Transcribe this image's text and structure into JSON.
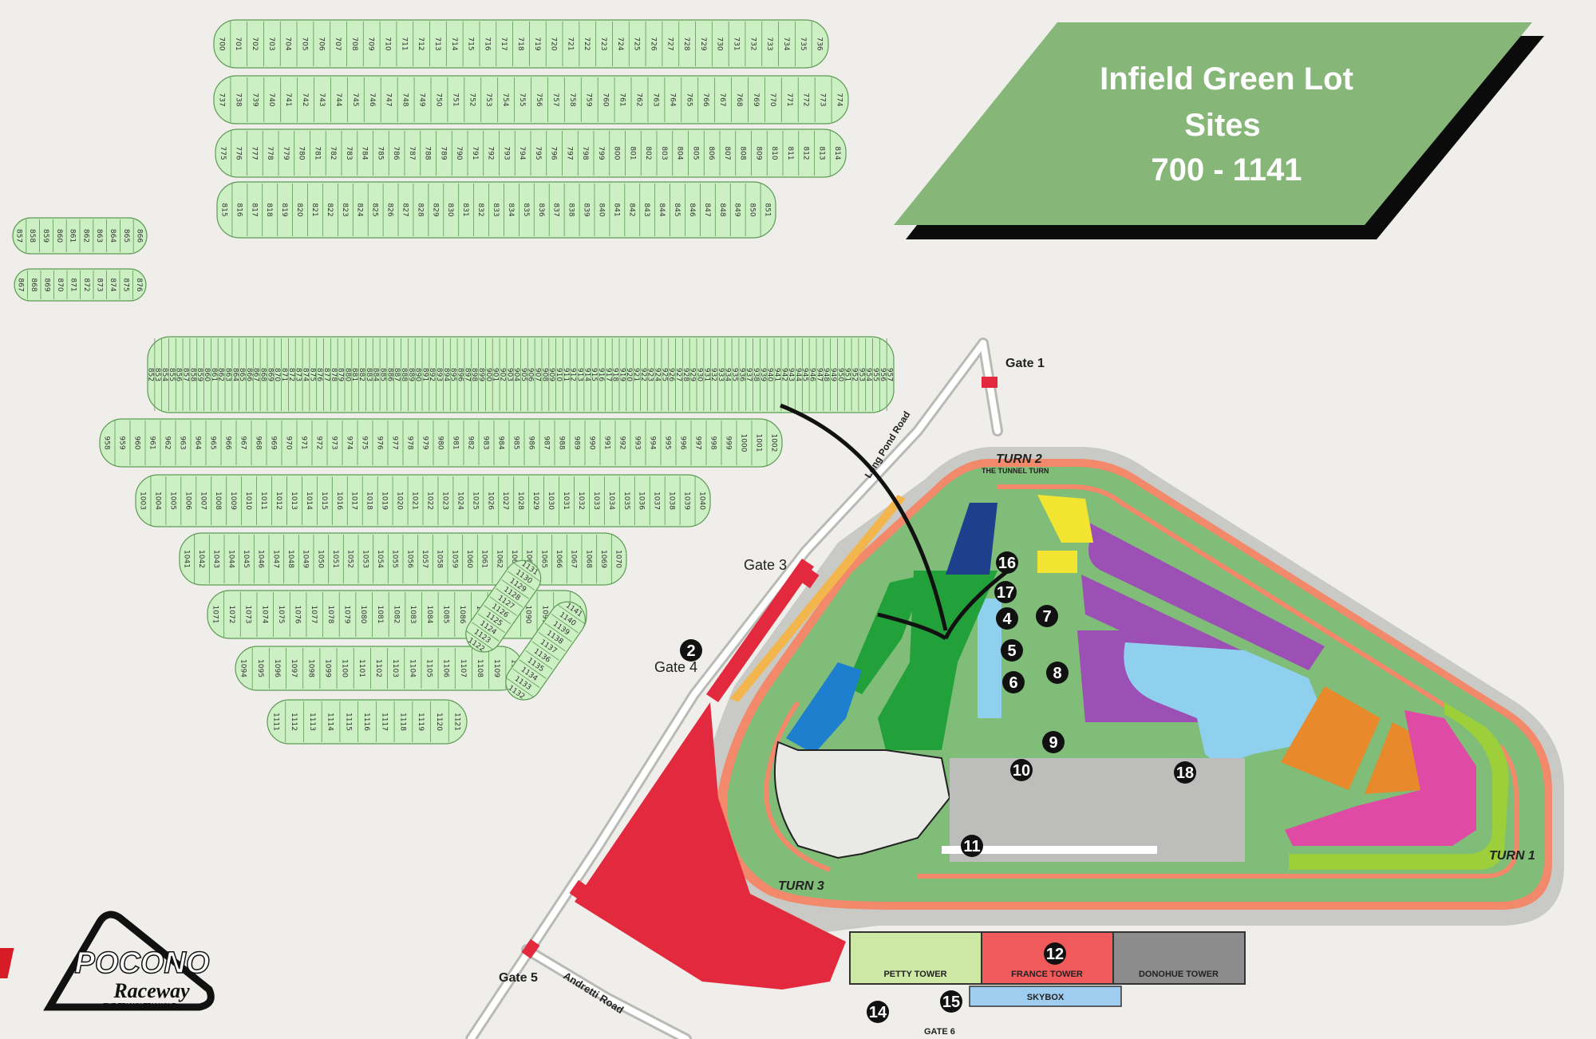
{
  "banner": {
    "line1": "Infield Green Lot",
    "line2": "Sites",
    "line3": "700 - 1141",
    "color": "#86b778"
  },
  "gates": {
    "gate1": "Gate 1",
    "gate3": "Gate 3",
    "gate4": "Gate 4",
    "gate5": "Gate 5",
    "gate6": "GATE 6"
  },
  "roads": {
    "long_pond": "Long Pond Road",
    "andretti": "Andretti Road"
  },
  "turns": {
    "turn1": "TURN 1",
    "turn2": "TURN 2",
    "turn2_sub": "THE TUNNEL TURN",
    "turn3": "TURN 3"
  },
  "towers": {
    "petty": "PETTY TOWER",
    "france": "FRANCE TOWER",
    "donohue": "DONOHUE TOWER",
    "skybox": "SKYBOX"
  },
  "markers": [
    "2",
    "4",
    "5",
    "6",
    "7",
    "8",
    "9",
    "10",
    "11",
    "12",
    "14",
    "15",
    "16",
    "17",
    "18"
  ],
  "logo": {
    "name": "POCONO",
    "sub": "Raceway",
    "tag": "THE TRICKY TRIANGLE"
  },
  "lot_rows": [
    {
      "start": 700,
      "end": 736
    },
    {
      "start": 737,
      "end": 774
    },
    {
      "start": 775,
      "end": 814
    },
    {
      "start": 815,
      "end": 851
    },
    {
      "start": 857,
      "end": 866
    },
    {
      "start": 867,
      "end": 876
    },
    {
      "start": 852,
      "end": 957
    },
    {
      "start": 958,
      "end": 1002
    },
    {
      "start": 1003,
      "end": 1040
    },
    {
      "start": 1041,
      "end": 1070
    },
    {
      "start": 1071,
      "end": 1093
    },
    {
      "start": 1094,
      "end": 1110
    },
    {
      "start": 1111,
      "end": 1121
    },
    {
      "start": 1122,
      "end": 1131
    },
    {
      "start": 1132,
      "end": 1141
    }
  ],
  "colors": {
    "lot_fill": "#ccf0c3",
    "lot_stroke": "#5d9a55",
    "infield": "#7fbd78",
    "track_edge": "#f2896a",
    "red_lot": "#e2293d",
    "purple": "#9c4fb5",
    "light_blue": "#8fd0ef",
    "orange": "#e8892b",
    "pink": "#df4aa4",
    "yellow": "#f2e532",
    "dark_green": "#22a03a",
    "blue": "#1e7fcf",
    "navy": "#1d3f8c",
    "lime": "#9ccf3a",
    "gray": "#8a8a8a"
  }
}
